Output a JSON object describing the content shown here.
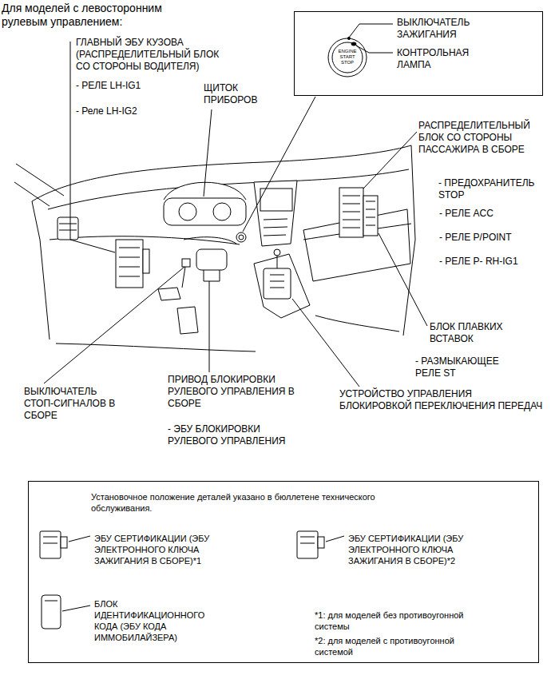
{
  "diagram": {
    "nodes": [
      {
        "text": [
          "ВЫКЛЮЧАТЕЛЬ ЗАЖИГАНИЯ",
          "КОНТРОЛЬНАЯ ЛАМПА"
        ]
      },
      {
        "text": [
          "Установочное положение деталей указано в бюллетене технического обслуживания.",
          "ЭБУ СЕРТИФИКАЦИИ (ЭБУ ЭЛЕКТРОННОГО КЛЮЧА ЗАЖИГАНИЯ В СБОРЕ)*1",
          "ЭБУ СЕРТИФИКАЦИИ (ЭБУ ЭЛЕКТРОННОГО КЛЮЧА ЗАЖИГАНИЯ В СБОРЕ)*2",
          "БЛОК ИДЕНТИФИКАЦИОННОГО КОДА (ЭБУ КОДА ИММОБИЛАЙЗЕРА)",
          "*1: для моделей без противоугонной системы",
          "*2: для моделей с противоугонной системой"
        ]
      }
    ],
    "labels": [
      "Для моделей с левосторонним рулевым управлением:",
      "ГЛАВНЫЙ ЭБУ КУЗОВА (РАСПРЕДЕЛИТЕЛЬНЫЙ БЛОК СО СТОРОНЫ ВОДИТЕЛЯ)",
      "- РЕЛЕ LH-IG1",
      "- Реле LH-IG2",
      "ЩИТОК ПРИБОРОВ",
      "ENGINE START STOP",
      "РАСПРЕДЕЛИТЕЛЬНЫЙ БЛОК СО СТОРОНЫ ПАССАЖИРА В СБОРЕ",
      "- ПРЕДОХРАНИТЕЛЬ STOP",
      "- РЕЛЕ ACC",
      "- РЕЛЕ P/POINT",
      "- РЕЛЕ P- RH-IG1",
      "БЛОК ПЛАВКИХ ВСТАВОК",
      "- РАЗМЫКАЮЩЕЕ РЕЛЕ ST",
      "ВЫКЛЮЧАТЕЛЬ СТОП-СИГНАЛОВ В СБОРЕ",
      "ПРИВОД БЛОКИРОВКИ РУЛЕВОГО УПРАВЛЕНИЯ В СБОРЕ",
      "- ЭБУ БЛОКИРОВКИ РУЛЕВОГО УПРАВЛЕНИЯ",
      "УСТРОЙСТВО УПРАВЛЕНИЯ БЛОКИРОВКОЙ ПЕРЕКЛЮЧЕНИЯ ПЕРЕДАЧ"
    ]
  }
}
